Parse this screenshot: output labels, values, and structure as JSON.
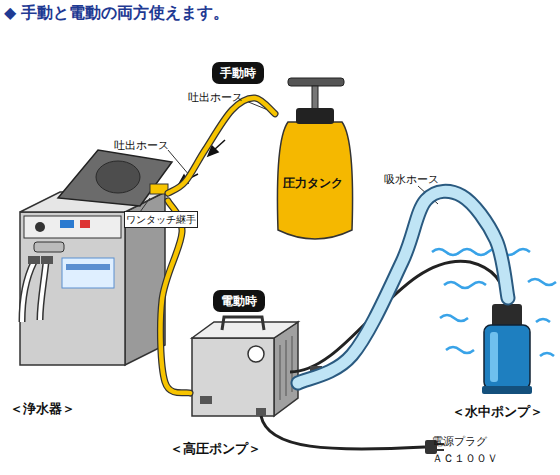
{
  "diagram": {
    "title": "◆ 手動と電動の両方使えます。",
    "nodes": [
      {
        "text": [
          "＜浄水器＞"
        ]
      },
      {
        "text": [
          "圧力タンク"
        ]
      },
      {
        "text": [
          "＜高圧ポンプ＞"
        ]
      },
      {
        "text": [
          "＜水中ポンプ＞"
        ]
      },
      {
        "text": [
          "手動時"
        ]
      },
      {
        "text": [
          "電動時"
        ]
      },
      {
        "text": [
          "ワンタッチ継手"
        ]
      }
    ],
    "edges": [
      {
        "from": 1,
        "to": 0,
        "label": "吐出ホース",
        "arrow": "none"
      },
      {
        "from": 2,
        "to": 0,
        "label": "吐出ホース",
        "arrow": "none"
      },
      {
        "from": 3,
        "to": 2,
        "label": "吸水ホース",
        "arrow": "none"
      }
    ],
    "labels": [
      "電源プラグ",
      "ＡＣ１００Ｖ"
    ]
  }
}
